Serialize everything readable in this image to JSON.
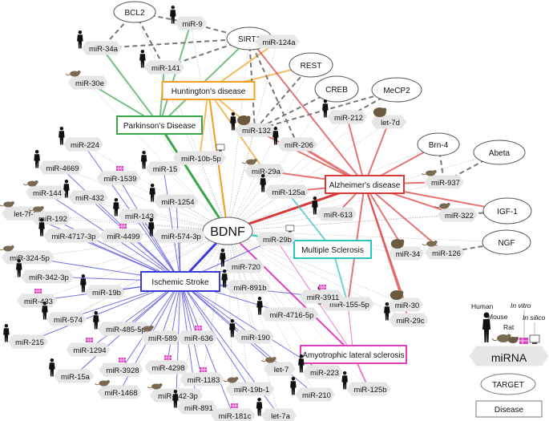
{
  "title": "",
  "colors": {
    "parkinson": "#3aa64b",
    "huntington": "#f0a020",
    "alzheimer": "#d93a3a",
    "ms": "#29c4c4",
    "stroke": "#3a3ad8",
    "als": "#e040c0",
    "target": "#777777",
    "bdnf_edge": "#aaaaaa",
    "mirna_fill": "#e6e6e6",
    "human": "#111111",
    "mouse": "#7a6a52",
    "rat": "#6a5a40",
    "invitro": "#e040c0"
  },
  "nodes": [
    {
      "id": "bdnf",
      "label": "BDNF",
      "kind": "center"
    },
    {
      "id": "parkinson",
      "label": "Parkinson's Disease",
      "kind": "disease",
      "color": "parkinson"
    },
    {
      "id": "huntington",
      "label": "Huntington's disease",
      "kind": "disease",
      "color": "huntington"
    },
    {
      "id": "alzheimer",
      "label": "Alzheimer's disease",
      "kind": "disease",
      "color": "alzheimer"
    },
    {
      "id": "ms",
      "label": "Multiple Sclerosis",
      "kind": "disease",
      "color": "ms"
    },
    {
      "id": "stroke",
      "label": "Ischemic Stroke",
      "kind": "disease",
      "color": "stroke"
    },
    {
      "id": "als",
      "label": "Amyotrophic lateral sclerosis",
      "kind": "disease",
      "color": "als"
    },
    {
      "id": "bcl2",
      "label": "BCL2",
      "kind": "target"
    },
    {
      "id": "sirt1",
      "label": "SIRT1",
      "kind": "target"
    },
    {
      "id": "rest",
      "label": "REST",
      "kind": "target"
    },
    {
      "id": "creb",
      "label": "CREB",
      "kind": "target"
    },
    {
      "id": "mecp2",
      "label": "MeCP2",
      "kind": "target"
    },
    {
      "id": "brn4",
      "label": "Brn-4",
      "kind": "target"
    },
    {
      "id": "abeta",
      "label": "Abeta",
      "kind": "target"
    },
    {
      "id": "igf1",
      "label": "IGF-1",
      "kind": "target"
    },
    {
      "id": "ngf",
      "label": "NGF",
      "kind": "target"
    },
    {
      "id": "m9",
      "label": "miR-9",
      "kind": "mirna",
      "species": [
        "human"
      ]
    },
    {
      "id": "m34a",
      "label": "miR-34a",
      "kind": "mirna",
      "species": [
        "human"
      ]
    },
    {
      "id": "m141",
      "label": "miR-141",
      "kind": "mirna",
      "species": [
        "human"
      ]
    },
    {
      "id": "m124a",
      "label": "miR-124a",
      "kind": "mirna",
      "species": []
    },
    {
      "id": "m30e",
      "label": "miR-30e",
      "kind": "mirna",
      "species": [
        "mouse"
      ]
    },
    {
      "id": "m132",
      "label": "miR-132",
      "kind": "mirna",
      "species": [
        "human",
        "rat"
      ]
    },
    {
      "id": "m212",
      "label": "miR-212",
      "kind": "mirna",
      "species": [
        "human"
      ]
    },
    {
      "id": "let7d",
      "label": "let-7d",
      "kind": "mirna",
      "species": [
        "rat"
      ]
    },
    {
      "id": "m206",
      "label": "miR-206",
      "kind": "mirna",
      "species": [
        "human"
      ]
    },
    {
      "id": "m10b",
      "label": "miR-10b-5p",
      "kind": "mirna",
      "species": [
        "insilico"
      ]
    },
    {
      "id": "m224",
      "label": "miR-224",
      "kind": "mirna",
      "species": [
        "human"
      ]
    },
    {
      "id": "m4669",
      "label": "miR-4669",
      "kind": "mirna",
      "species": [
        "human"
      ]
    },
    {
      "id": "m1539",
      "label": "miR-1539",
      "kind": "mirna",
      "species": [
        "invitro"
      ]
    },
    {
      "id": "m15",
      "label": "miR-15",
      "kind": "mirna",
      "species": [
        "human"
      ]
    },
    {
      "id": "m432",
      "label": "miR-432",
      "kind": "mirna",
      "species": [
        "human"
      ]
    },
    {
      "id": "m29a",
      "label": "miR-29a",
      "kind": "mirna",
      "species": [
        "mouse"
      ]
    },
    {
      "id": "m125a",
      "label": "miR-125a",
      "kind": "mirna",
      "species": [
        "human"
      ]
    },
    {
      "id": "m937",
      "label": "miR-937",
      "kind": "mirna",
      "species": [
        "mouse"
      ]
    },
    {
      "id": "m144",
      "label": "miR-144",
      "kind": "mirna",
      "species": [
        "mouse"
      ]
    },
    {
      "id": "m1254",
      "label": "miR-1254",
      "kind": "mirna",
      "species": [
        "human"
      ]
    },
    {
      "id": "let7f2",
      "label": "let-7f-2",
      "kind": "mirna",
      "species": [
        "mouse"
      ]
    },
    {
      "id": "m192",
      "label": "miR-192",
      "kind": "mirna",
      "species": [
        "mouse"
      ]
    },
    {
      "id": "m143",
      "label": "miR-143",
      "kind": "mirna",
      "species": [
        "human"
      ]
    },
    {
      "id": "m613",
      "label": "miR-613",
      "kind": "mirna",
      "species": [
        "human"
      ]
    },
    {
      "id": "m322",
      "label": "miR-322",
      "kind": "mirna",
      "species": [
        "mouse"
      ]
    },
    {
      "id": "m4717",
      "label": "miR-4717-3p",
      "kind": "mirna",
      "species": [
        "human"
      ]
    },
    {
      "id": "m4499",
      "label": "miR-4499",
      "kind": "mirna",
      "species": [
        "invitro"
      ]
    },
    {
      "id": "m5743p",
      "label": "miR-574-3p",
      "kind": "mirna",
      "species": [
        "human"
      ]
    },
    {
      "id": "m29b",
      "label": "miR-29b",
      "kind": "mirna",
      "species": [
        "insilico"
      ]
    },
    {
      "id": "m3245p",
      "label": "miR-324-5p",
      "kind": "mirna",
      "species": [
        "mouse"
      ]
    },
    {
      "id": "m34",
      "label": "miR-34",
      "kind": "mirna",
      "species": [
        "rat"
      ]
    },
    {
      "id": "m126",
      "label": "miR-126",
      "kind": "mirna",
      "species": [
        "mouse"
      ]
    },
    {
      "id": "m3423p",
      "label": "miR-342-3p",
      "kind": "mirna",
      "species": [
        "human"
      ]
    },
    {
      "id": "m720",
      "label": "miR-720",
      "kind": "mirna",
      "species": [
        "human"
      ]
    },
    {
      "id": "m891b",
      "label": "miR-891b",
      "kind": "mirna",
      "species": [
        "human"
      ]
    },
    {
      "id": "m19b",
      "label": "miR-19b",
      "kind": "mirna",
      "species": [
        "human"
      ]
    },
    {
      "id": "m433",
      "label": "miR-433",
      "kind": "mirna",
      "species": [
        "invitro"
      ]
    },
    {
      "id": "m1555p",
      "label": "miR-155-5p",
      "kind": "mirna",
      "species": [
        "human"
      ]
    },
    {
      "id": "m3911",
      "label": "miR-3911",
      "kind": "mirna",
      "species": [
        "invitro"
      ]
    },
    {
      "id": "m30",
      "label": "miR-30",
      "kind": "mirna",
      "species": [
        "rat"
      ]
    },
    {
      "id": "m29c",
      "label": "miR-29c",
      "kind": "mirna",
      "species": [
        "human"
      ]
    },
    {
      "id": "m574",
      "label": "miR-574",
      "kind": "mirna",
      "species": [
        "human"
      ]
    },
    {
      "id": "m4716",
      "label": "miR-4716-5p",
      "kind": "mirna",
      "species": [
        "human"
      ]
    },
    {
      "id": "m4855p",
      "label": "miR-485-5p",
      "kind": "mirna",
      "species": [
        "human"
      ]
    },
    {
      "id": "m215",
      "label": "miR-215",
      "kind": "mirna",
      "species": [
        "human"
      ]
    },
    {
      "id": "m1294",
      "label": "miR-1294",
      "kind": "mirna",
      "species": [
        "invitro"
      ]
    },
    {
      "id": "m589",
      "label": "miR-589",
      "kind": "mirna",
      "species": [
        "mouse"
      ]
    },
    {
      "id": "m636",
      "label": "miR-636",
      "kind": "mirna",
      "species": [
        "invitro"
      ]
    },
    {
      "id": "m190",
      "label": "miR-190",
      "kind": "mirna",
      "species": [
        "human"
      ]
    },
    {
      "id": "m3928",
      "label": "miR-3928",
      "kind": "mirna",
      "species": [
        "invitro"
      ]
    },
    {
      "id": "m4298",
      "label": "miR-4298",
      "kind": "mirna",
      "species": [
        "invitro"
      ]
    },
    {
      "id": "let7",
      "label": "let-7",
      "kind": "mirna",
      "species": [
        "mouse"
      ]
    },
    {
      "id": "m223",
      "label": "miR-223",
      "kind": "mirna",
      "species": [
        "human"
      ]
    },
    {
      "id": "m125b",
      "label": "miR-125b",
      "kind": "mirna",
      "species": [
        "human"
      ]
    },
    {
      "id": "m15a",
      "label": "miR-15a",
      "kind": "mirna",
      "species": [
        "human"
      ]
    },
    {
      "id": "m1468",
      "label": "miR-1468",
      "kind": "mirna",
      "species": [
        "mouse"
      ]
    },
    {
      "id": "m1183",
      "label": "miR-1183",
      "kind": "mirna",
      "species": [
        "invitro"
      ]
    },
    {
      "id": "m19b1",
      "label": "miR-19b-1",
      "kind": "mirna",
      "species": [
        "mouse"
      ]
    },
    {
      "id": "m210",
      "label": "miR-210",
      "kind": "mirna",
      "species": [
        "human"
      ]
    },
    {
      "id": "m1423p",
      "label": "miR-142-3p",
      "kind": "mirna",
      "species": [
        "mouse"
      ]
    },
    {
      "id": "m181c",
      "label": "miR-181c",
      "kind": "mirna",
      "species": [
        "invitro"
      ]
    },
    {
      "id": "let7a",
      "label": "let-7a",
      "kind": "mirna",
      "species": [
        "human"
      ]
    },
    {
      "id": "m891",
      "label": "miR-891",
      "kind": "mirna",
      "species": [
        "human"
      ]
    }
  ],
  "disease_edges": [
    {
      "from": "bdnf",
      "to": "parkinson",
      "weight": 3
    },
    {
      "from": "bdnf",
      "to": "huntington",
      "weight": 2
    },
    {
      "from": "bdnf",
      "to": "alzheimer",
      "weight": 3
    },
    {
      "from": "bdnf",
      "to": "ms",
      "weight": 2
    },
    {
      "from": "bdnf",
      "to": "stroke",
      "weight": 3
    },
    {
      "from": "bdnf",
      "to": "als",
      "weight": 2
    },
    {
      "from": "parkinson",
      "to": "m9",
      "weight": 2
    },
    {
      "from": "parkinson",
      "to": "m34a",
      "weight": 2
    },
    {
      "from": "parkinson",
      "to": "m141",
      "weight": 2
    },
    {
      "from": "parkinson",
      "to": "m30e",
      "weight": 2
    },
    {
      "from": "parkinson",
      "to": "sirt1",
      "weight": 2
    },
    {
      "from": "huntington",
      "to": "m124a",
      "weight": 2
    },
    {
      "from": "huntington",
      "to": "m132",
      "weight": 2
    },
    {
      "from": "huntington",
      "to": "m10b",
      "weight": 2
    },
    {
      "from": "huntington",
      "to": "m29a",
      "weight": 2
    },
    {
      "from": "huntington",
      "to": "rest",
      "weight": 2
    },
    {
      "from": "alzheimer",
      "to": "m132",
      "weight": 2
    },
    {
      "from": "alzheimer",
      "to": "m212",
      "weight": 2
    },
    {
      "from": "alzheimer",
      "to": "let7d",
      "weight": 2
    },
    {
      "from": "alzheimer",
      "to": "m206",
      "weight": 3
    },
    {
      "from": "alzheimer",
      "to": "m937",
      "weight": 2
    },
    {
      "from": "alzheimer",
      "to": "m322",
      "weight": 2
    },
    {
      "from": "alzheimer",
      "to": "m126",
      "weight": 2
    },
    {
      "from": "alzheimer",
      "to": "m34",
      "weight": 2
    },
    {
      "from": "alzheimer",
      "to": "m30",
      "weight": 2
    },
    {
      "from": "alzheimer",
      "to": "m29c",
      "weight": 2
    },
    {
      "from": "alzheimer",
      "to": "m613",
      "weight": 2
    },
    {
      "from": "alzheimer",
      "to": "m125a",
      "weight": 2
    },
    {
      "from": "alzheimer",
      "to": "m29a",
      "weight": 2
    },
    {
      "from": "alzheimer",
      "to": "m1555p",
      "weight": 2
    },
    {
      "from": "alzheimer",
      "to": "sirt1",
      "weight": 2
    },
    {
      "from": "alzheimer",
      "to": "igf1",
      "weight": 2
    },
    {
      "from": "alzheimer",
      "to": "brn4",
      "weight": 2
    },
    {
      "from": "ms",
      "to": "m125a",
      "weight": 2
    },
    {
      "from": "ms",
      "to": "m29b",
      "weight": 2
    },
    {
      "from": "ms",
      "to": "m1555p",
      "weight": 2
    },
    {
      "from": "als",
      "to": "m125b",
      "weight": 2
    },
    {
      "from": "als",
      "to": "m29b",
      "weight": 1
    },
    {
      "from": "als",
      "to": "m1555p",
      "weight": 1
    },
    {
      "from": "stroke",
      "to": "m224",
      "weight": 1
    },
    {
      "from": "stroke",
      "to": "m4669",
      "weight": 1
    },
    {
      "from": "stroke",
      "to": "m1539",
      "weight": 1
    },
    {
      "from": "stroke",
      "to": "m15",
      "weight": 1
    },
    {
      "from": "stroke",
      "to": "m432",
      "weight": 1
    },
    {
      "from": "stroke",
      "to": "m144",
      "weight": 1
    },
    {
      "from": "stroke",
      "to": "m1254",
      "weight": 1
    },
    {
      "from": "stroke",
      "to": "let7f2",
      "weight": 1
    },
    {
      "from": "stroke",
      "to": "m192",
      "weight": 1
    },
    {
      "from": "stroke",
      "to": "m143",
      "weight": 1
    },
    {
      "from": "stroke",
      "to": "m4717",
      "weight": 1
    },
    {
      "from": "stroke",
      "to": "m4499",
      "weight": 1
    },
    {
      "from": "stroke",
      "to": "m5743p",
      "weight": 1
    },
    {
      "from": "stroke",
      "to": "m3245p",
      "weight": 1
    },
    {
      "from": "stroke",
      "to": "m3423p",
      "weight": 1
    },
    {
      "from": "stroke",
      "to": "m19b",
      "weight": 1
    },
    {
      "from": "stroke",
      "to": "m433",
      "weight": 1
    },
    {
      "from": "stroke",
      "to": "m574",
      "weight": 1
    },
    {
      "from": "stroke",
      "to": "m4855p",
      "weight": 1
    },
    {
      "from": "stroke",
      "to": "m215",
      "weight": 1
    },
    {
      "from": "stroke",
      "to": "m1294",
      "weight": 1
    },
    {
      "from": "stroke",
      "to": "m589",
      "weight": 1
    },
    {
      "from": "stroke",
      "to": "m636",
      "weight": 1
    },
    {
      "from": "stroke",
      "to": "m190",
      "weight": 1
    },
    {
      "from": "stroke",
      "to": "m3928",
      "weight": 1
    },
    {
      "from": "stroke",
      "to": "m4298",
      "weight": 1
    },
    {
      "from": "stroke",
      "to": "let7",
      "weight": 1
    },
    {
      "from": "stroke",
      "to": "m223",
      "weight": 1
    },
    {
      "from": "stroke",
      "to": "m15a",
      "weight": 1
    },
    {
      "from": "stroke",
      "to": "m1468",
      "weight": 1
    },
    {
      "from": "stroke",
      "to": "m1183",
      "weight": 1
    },
    {
      "from": "stroke",
      "to": "m19b1",
      "weight": 1
    },
    {
      "from": "stroke",
      "to": "m210",
      "weight": 1
    },
    {
      "from": "stroke",
      "to": "m1423p",
      "weight": 1
    },
    {
      "from": "stroke",
      "to": "m181c",
      "weight": 1
    },
    {
      "from": "stroke",
      "to": "let7a",
      "weight": 1
    },
    {
      "from": "stroke",
      "to": "m891",
      "weight": 1
    },
    {
      "from": "stroke",
      "to": "m720",
      "weight": 1
    },
    {
      "from": "stroke",
      "to": "m891b",
      "weight": 1
    },
    {
      "from": "stroke",
      "to": "m3911",
      "weight": 1
    },
    {
      "from": "stroke",
      "to": "m4716",
      "weight": 1
    },
    {
      "from": "stroke",
      "to": "m29b",
      "weight": 1
    }
  ],
  "target_edges": [
    {
      "from": "bcl2",
      "to": "m9"
    },
    {
      "from": "bcl2",
      "to": "m34a"
    },
    {
      "from": "bcl2",
      "to": "m141"
    },
    {
      "from": "sirt1",
      "to": "m9"
    },
    {
      "from": "sirt1",
      "to": "m34a"
    },
    {
      "from": "sirt1",
      "to": "m141"
    },
    {
      "from": "sirt1",
      "to": "m132"
    },
    {
      "from": "sirt1",
      "to": "m206"
    },
    {
      "from": "sirt1",
      "to": "m124a"
    },
    {
      "from": "rest",
      "to": "m132"
    },
    {
      "from": "creb",
      "to": "m132"
    },
    {
      "from": "mecp2",
      "to": "m132"
    },
    {
      "from": "mecp2",
      "to": "m212"
    },
    {
      "from": "brn4",
      "to": "m937"
    },
    {
      "from": "abeta",
      "to": "m937"
    },
    {
      "from": "igf1",
      "to": "m322"
    },
    {
      "from": "ngf",
      "to": "m126"
    }
  ],
  "legend": {
    "species_labels": {
      "human": "Human",
      "mouse": "Mouse",
      "rat": "Rat",
      "invitro": "In vitro",
      "insilico": "In silico"
    },
    "mirna_label": "miRNA",
    "target_label": "TARGET",
    "disease_label": "Disease"
  }
}
